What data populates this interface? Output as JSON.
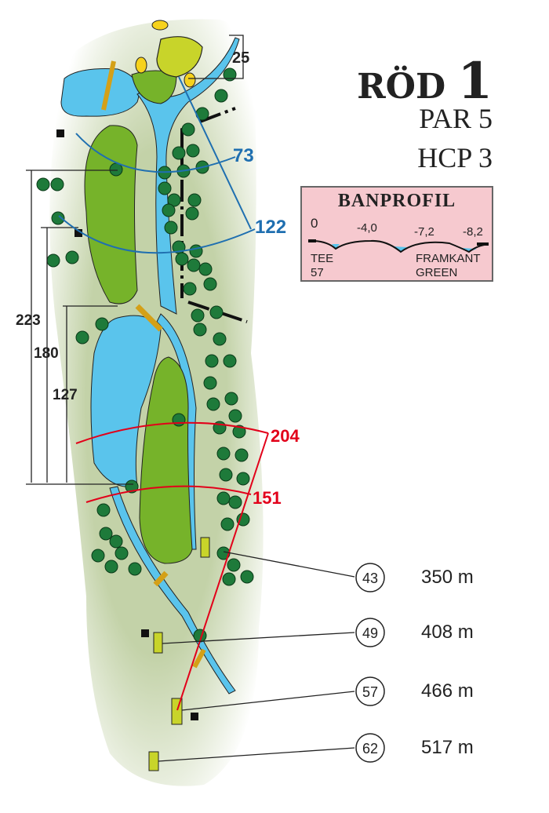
{
  "hole": {
    "tee_color": "RÖD",
    "number": "1",
    "par": "PAR 5",
    "hcp": "HCP 3"
  },
  "profile": {
    "title": "BANPROFIL",
    "elevations": [
      "0",
      "-4,0",
      "-7,2",
      "-8,2"
    ],
    "start_label": "TEE",
    "start_sub": "57",
    "end_label": "FRAMKANT",
    "end_sub": "GREEN"
  },
  "distances_to_green": {
    "green_depth": "25",
    "blue": [
      "73",
      "122"
    ],
    "red": [
      "204",
      "151"
    ],
    "left": [
      "223",
      "180",
      "127"
    ]
  },
  "tees": [
    {
      "badge": "43",
      "length": "350 m"
    },
    {
      "badge": "49",
      "length": "408 m"
    },
    {
      "badge": "57",
      "length": "466 m"
    },
    {
      "badge": "62",
      "length": "517 m"
    }
  ],
  "colors": {
    "water": "#5ac4ec",
    "fairway": "#76b32a",
    "rough": "#c3d2a8",
    "green": "#c8d42a",
    "bunker": "#f6d21c",
    "tree": "#1e7a3a",
    "blue": "#1f6fb0",
    "red": "#e2001a"
  }
}
